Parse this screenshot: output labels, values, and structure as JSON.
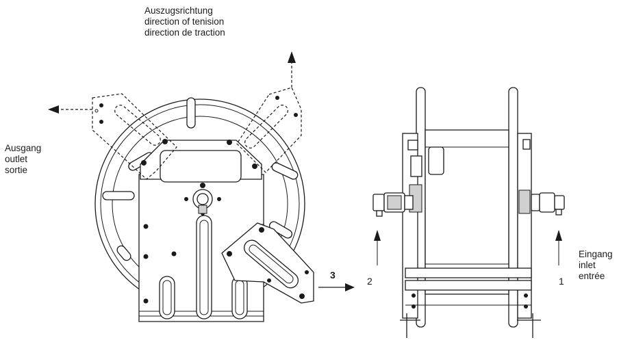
{
  "traction_label": {
    "de": "Auszugsrichtung",
    "en": "direction of tenision",
    "fr": "direction de traction"
  },
  "outlet_label": {
    "de": "Ausgang",
    "en": "outlet",
    "fr": "sortie"
  },
  "inlet_label": {
    "de": "Eingang",
    "en": "inlet",
    "fr": "entrée"
  },
  "view_marker": "3",
  "callouts": {
    "left_side": "2",
    "right_side": "1"
  }
}
